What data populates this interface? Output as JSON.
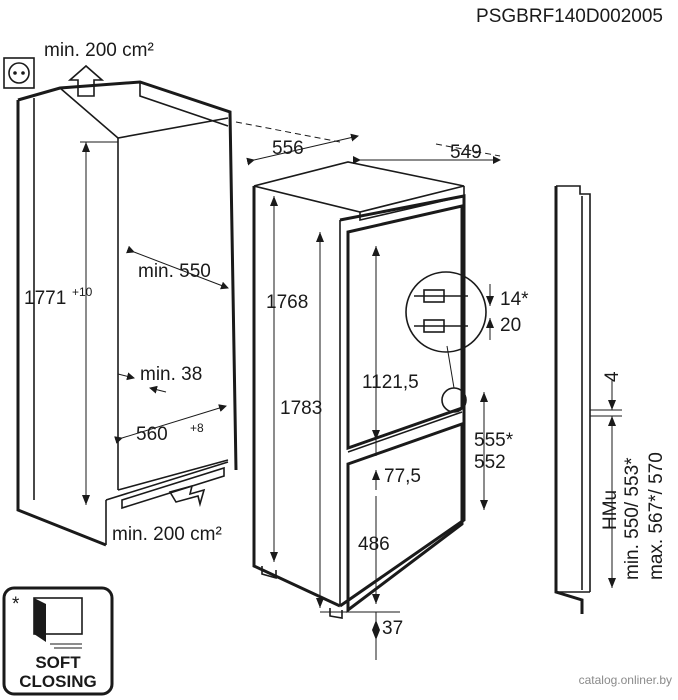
{
  "model_code": "PSGBRF140D002005",
  "watermark": "catalog.onliner.by",
  "ventilation": {
    "top": "min. 200 cm²",
    "bottom": "min. 200 cm²"
  },
  "niche": {
    "height": "1771",
    "height_tol": "+10",
    "depth": "min. 550",
    "side": "min. 38",
    "width": "560",
    "width_tol": "+8"
  },
  "appliance": {
    "width": "556",
    "depth": "549",
    "height_body": "1768",
    "height_total": "1783",
    "fridge_door": "1121,5",
    "gap": "77,5",
    "freezer_door": "486",
    "base": "37",
    "hinge_h": "555*",
    "hinge_h2": "552",
    "hinge_top": "14*",
    "hinge_bottom": "20"
  },
  "side_view": {
    "gap": "4",
    "hmu": "HMu",
    "min": "min. 550/ 553*",
    "max": "max. 567*/ 570"
  },
  "legend": {
    "star": "*",
    "line1": "SOFT",
    "line2": "CLOSING"
  }
}
